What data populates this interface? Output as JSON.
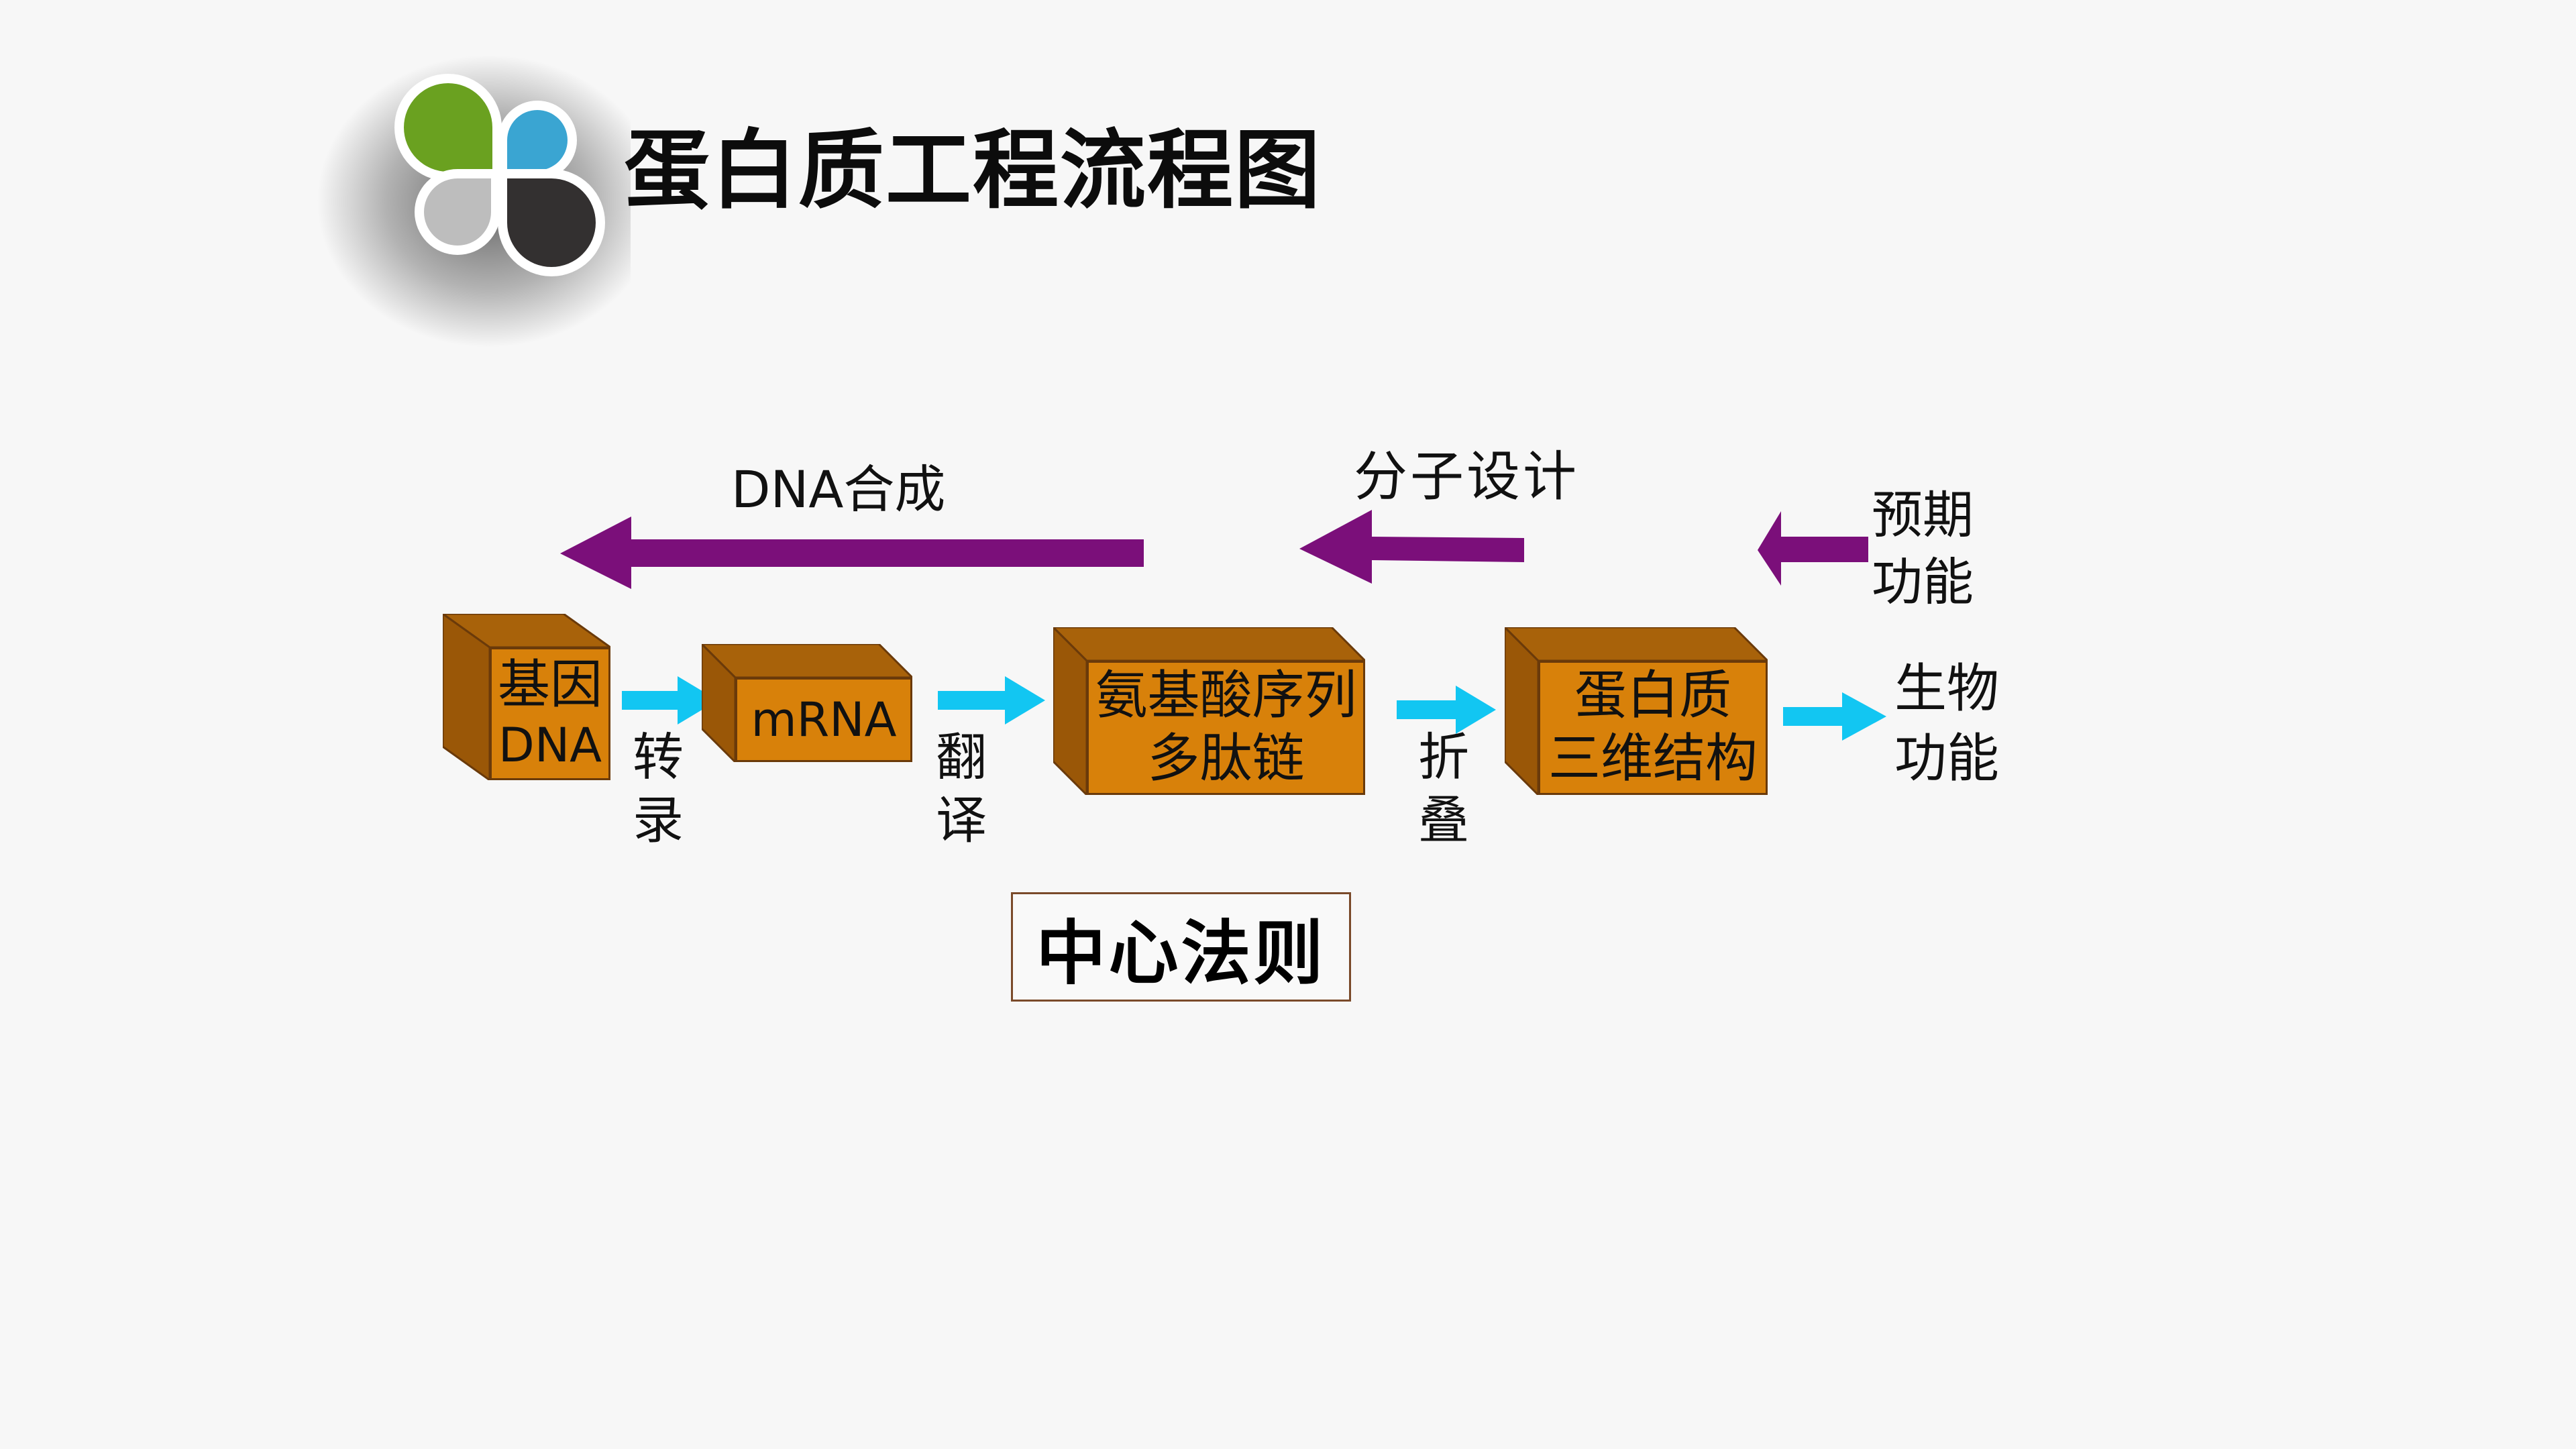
{
  "slide": {
    "title": "蛋白质工程流程图"
  },
  "flow": {
    "nodes": [
      {
        "line1": "基因",
        "line2": "DNA"
      },
      {
        "line1": "mRNA",
        "line2": ""
      },
      {
        "line1": "氨基酸序列",
        "line2": "多肽链"
      },
      {
        "line1": "蛋白质",
        "line2": "三维结构"
      }
    ],
    "forward_labels": [
      {
        "line1": "转",
        "line2": "录"
      },
      {
        "line1": "翻",
        "line2": "译"
      },
      {
        "line1": "折",
        "line2": "叠"
      }
    ],
    "end": {
      "line1": "生物",
      "line2": "功能"
    }
  },
  "reverse": {
    "expected": {
      "line1": "预期",
      "line2": "功能"
    },
    "design_label": "分子设计",
    "synthesis_label": "DNA合成"
  },
  "caption": "中心法则",
  "colors": {
    "box_front": "#d8810a",
    "box_border": "#6a3a0a",
    "forward_arrow": "#12c6f2",
    "reverse_arrow": "#7b0f7a",
    "logo_green": "#6aa120",
    "logo_blue": "#3aa5d2",
    "logo_grey": "#bdbdbd",
    "logo_dark": "#333030"
  }
}
